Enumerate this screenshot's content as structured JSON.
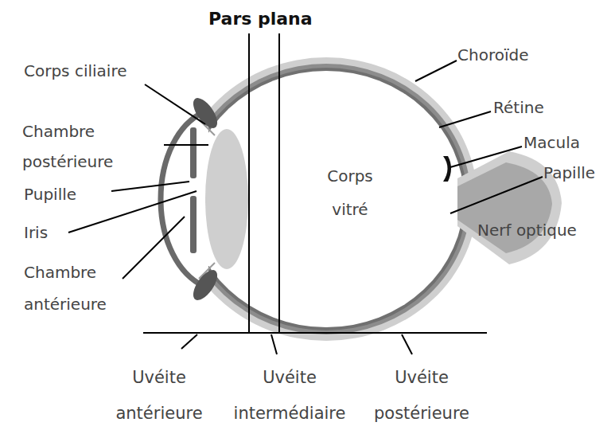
{
  "diagram": {
    "labels": [
      "Pars plana",
      "Corps ciliaire",
      "Choroïde",
      "Chambre postérieure",
      "Rétine",
      "Corps vitré",
      "Macula",
      "Papille",
      "Pupille",
      "Nerf optique",
      "Iris",
      "Chambre antérieure",
      "Uvéite antérieure",
      "Uvéite intermédiaire",
      "Uvéite postérieure"
    ]
  }
}
